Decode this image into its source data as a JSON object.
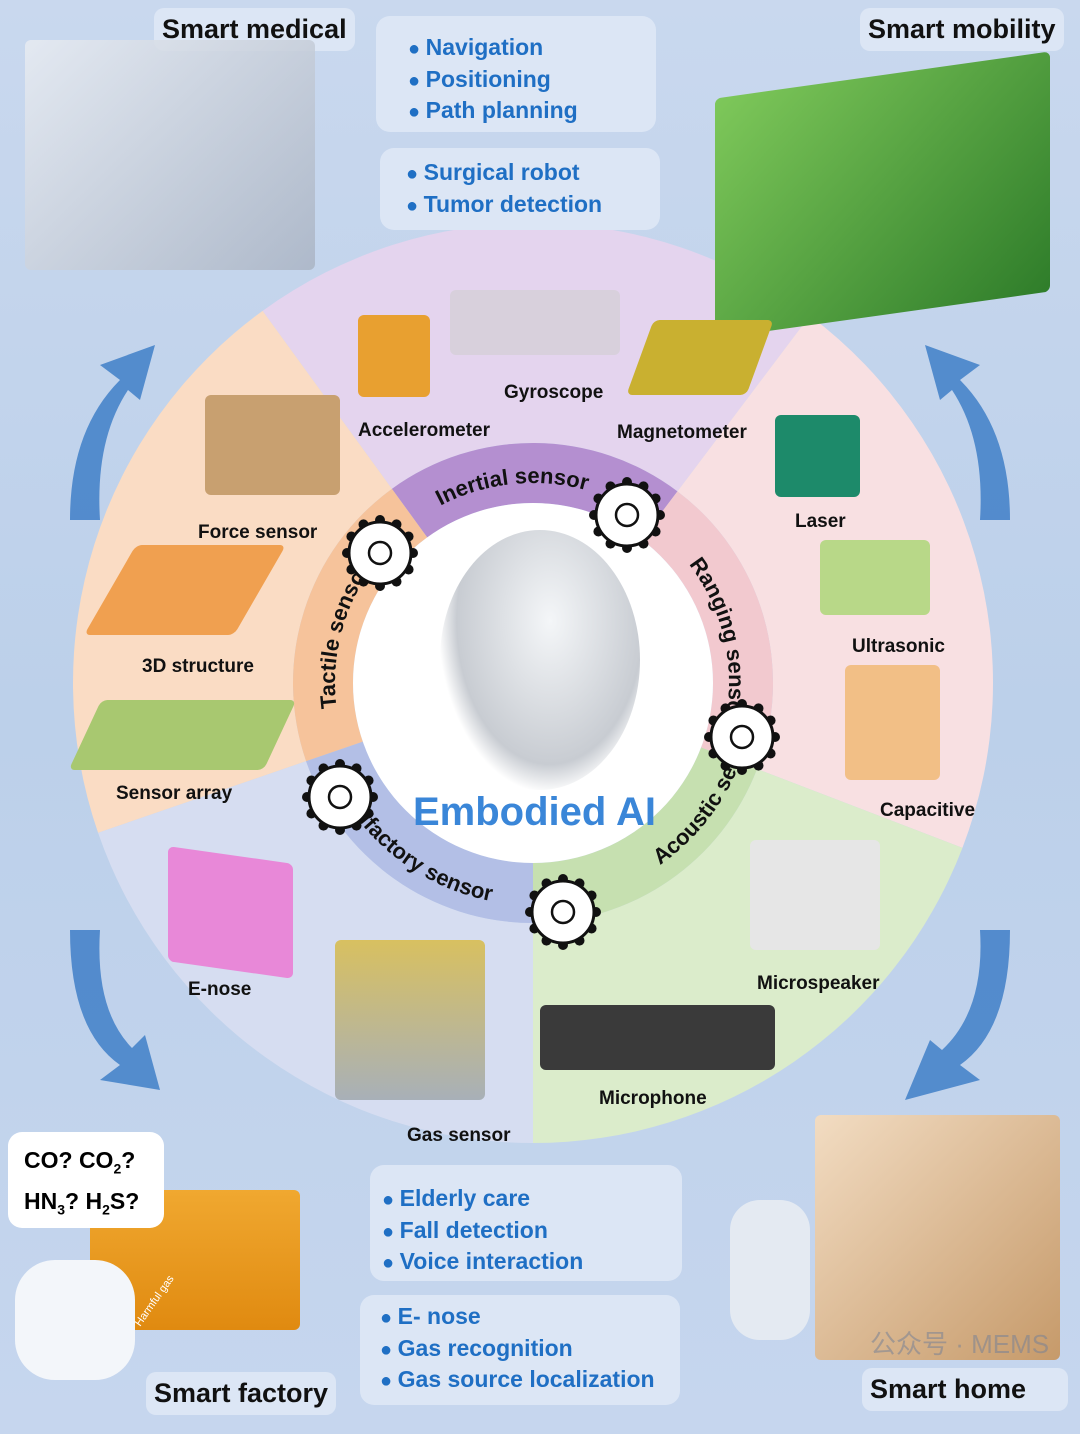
{
  "center": {
    "title": "Embodied AI"
  },
  "rings": [
    {
      "label": "Inertial sensor",
      "color": "#b48fd0",
      "outer": "#e4d4ee"
    },
    {
      "label": "Ranging sensor",
      "color": "#f2c9cf",
      "outer": "#f8e0e2"
    },
    {
      "label": "Acoustic sensor",
      "color": "#c6e0b0",
      "outer": "#dbeccb"
    },
    {
      "label": "Olfactory sensor",
      "color": "#b3bfe6",
      "outer": "#d6ddf1"
    },
    {
      "label": "Tactile sensor",
      "color": "#f6c39b",
      "outer": "#fadcc4"
    }
  ],
  "sensors": {
    "accelerometer": "Accelerometer",
    "gyroscope": "Gyroscope",
    "magnetometer": "Magnetometer",
    "laser": "Laser",
    "ultrasonic": "Ultrasonic",
    "capacitive": "Capacitive",
    "microspeaker": "Microspeaker",
    "microphone": "Microphone",
    "gas_sensor": "Gas sensor",
    "e_nose": "E-nose",
    "sensor_array": "Sensor array",
    "structure_3d": "3D structure",
    "force_sensor": "Force sensor"
  },
  "scenarios": {
    "medical": {
      "title": "Smart medical",
      "items": [
        "Surgical robot",
        "Tumor detection"
      ]
    },
    "mobility": {
      "title": "Smart mobility",
      "items": [
        "Navigation",
        "Positioning",
        "Path planning"
      ]
    },
    "factory": {
      "title": "Smart factory",
      "items": [
        "E- nose",
        "Gas recognition",
        "Gas source localization"
      ],
      "bubble": {
        "line1": "CO? CO",
        "sub1": "2",
        "q1": "?",
        "line2a": "HN",
        "sub2": "3",
        "line2b": "? H",
        "sub3": "2",
        "line2c": "S?"
      },
      "gas_label": "Harmful gas"
    },
    "home": {
      "title": "Smart home",
      "items": [
        "Elderly care",
        "Fall detection",
        "Voice interaction"
      ]
    }
  },
  "watermark": "公众号 · MEMS",
  "colors": {
    "accent": "#1f6fc4",
    "arrow": "#3f7fc8"
  }
}
